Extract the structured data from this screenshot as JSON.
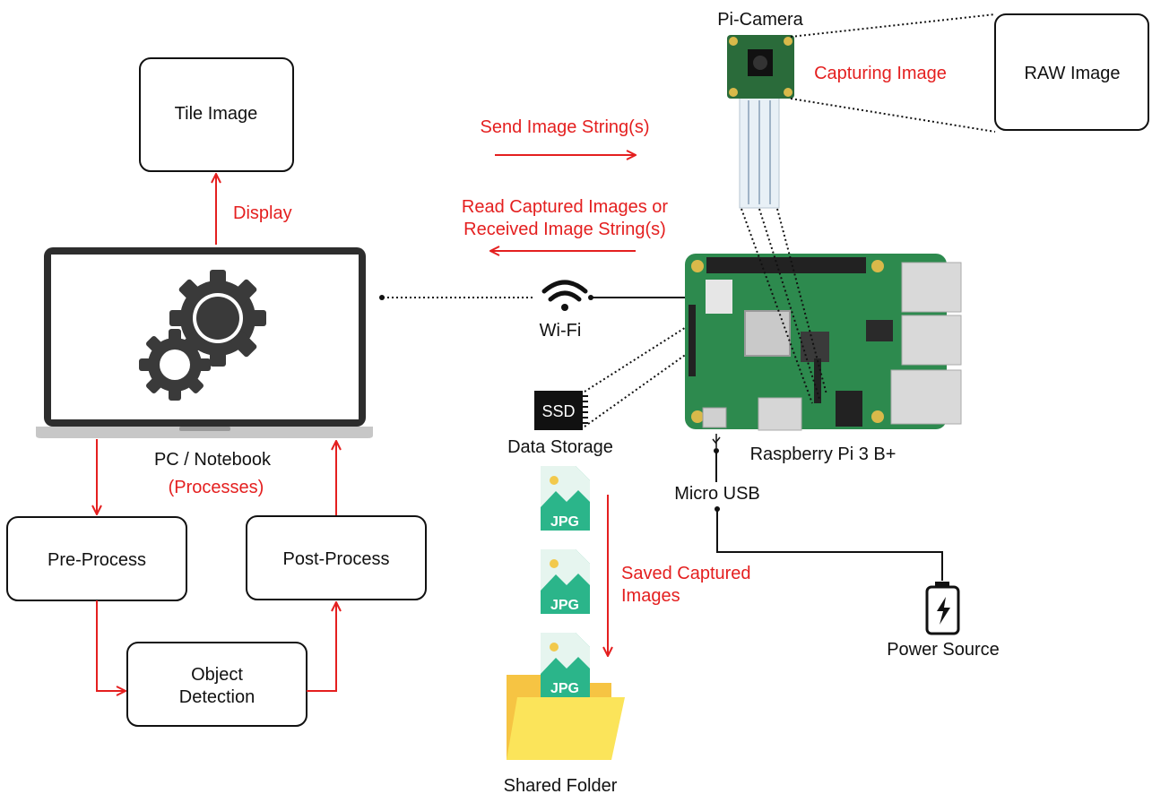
{
  "boxes": {
    "tile_image": "Tile Image",
    "raw_image": "RAW Image",
    "pre_process": "Pre-Process",
    "post_process": "Post-Process",
    "object_detection_line1": "Object",
    "object_detection_line2": "Detection"
  },
  "labels": {
    "pi_camera": "Pi-Camera",
    "pc_notebook": "PC / Notebook",
    "processes": "(Processes)",
    "wifi": "Wi-Fi",
    "data_storage": "Data Storage",
    "ssd": "SSD",
    "raspberry_pi": "Raspberry Pi 3 B+",
    "micro_usb": "Micro USB",
    "power_source": "Power Source",
    "shared_folder": "Shared Folder",
    "jpg": "JPG"
  },
  "red_labels": {
    "capturing_image": "Capturing Image",
    "send_image_strings": "Send Image String(s)",
    "read_captured_line1": "Read Captured Images or",
    "read_captured_line2": "Received Image String(s)",
    "display": "Display",
    "saved_line1": "Saved Captured",
    "saved_line2": "Images"
  },
  "icons": [
    "gears-icon",
    "laptop-icon",
    "wifi-icon",
    "ssd-icon",
    "raspberry-pi-board-icon",
    "pi-camera-icon",
    "usb-icon",
    "battery-icon",
    "jpg-file-icon",
    "folder-icon"
  ],
  "colors": {
    "accent_red": "#e41f1f",
    "board_green": "#2d8a4e",
    "jpg_teal": "#2bb58a",
    "folder_yellow": "#f6c443"
  }
}
